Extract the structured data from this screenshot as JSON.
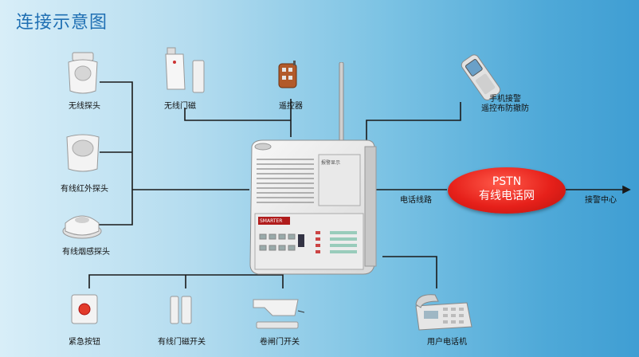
{
  "title": "连接示意图",
  "labels": {
    "wireless_detector": "无线探头",
    "wireless_door": "无线门磁",
    "remote": "遥控器",
    "phone_alarm_1": "手机接警",
    "phone_alarm_2": "遥控布防撤防",
    "wireless_ir": "有线红外探头",
    "smoke": "有线烟感探头",
    "phone_line": "电话线路",
    "alarm_center": "接警中心",
    "emergency_button": "紧急按钮",
    "wired_door": "有线门磁开关",
    "shutter": "卷闸门开关",
    "user_phone": "用户电话机"
  },
  "pstn": {
    "line1": "PSTN",
    "line2": "有线电话网"
  },
  "device": {
    "brand": "SMARTER",
    "display_label": "报警显示"
  },
  "colors": {
    "title": "#1f6fb3",
    "pstn": "#e6201a",
    "wire": "#1a1a1a"
  }
}
